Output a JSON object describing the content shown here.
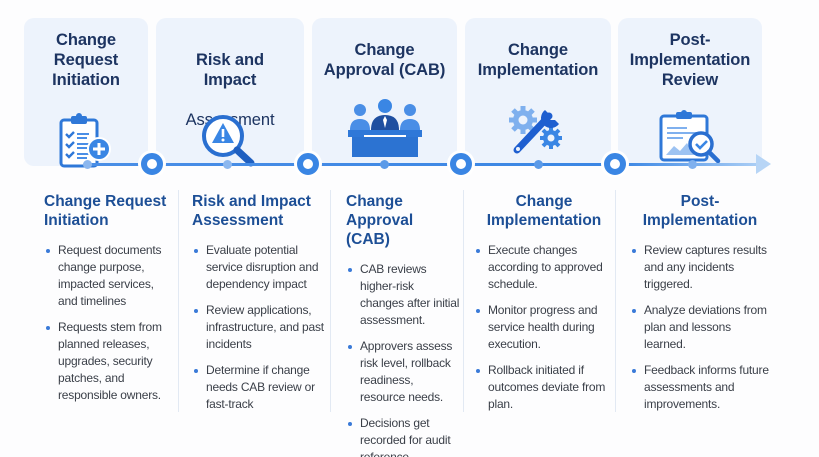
{
  "diagram": {
    "type": "process-timeline",
    "accent_color": "#3a86e4",
    "card_bg_color": "#edf3fc",
    "heading_color": "#1d4f96",
    "stages": [
      {
        "card_title": "Change\nRequest\nInitiation",
        "icon": "clipboard-checklist-plus-icon",
        "col_title": "Change Request\nInitiation",
        "bullets": [
          "Request documents change purpose, impacted services, and timelines",
          "Requests stem from planned releases, upgrades, security patches, and responsible owners."
        ]
      },
      {
        "card_title": "Risk and\nImpact",
        "card_title_light": "Assessment",
        "icon": "magnifier-warning-icon",
        "col_title": "Risk and Impact\nAssessment",
        "bullets": [
          "Evaluate potential service disruption and dependency impact",
          "Review applications, infrastructure, and past incidents",
          "Determine if change needs CAB review or fast-track"
        ]
      },
      {
        "card_title": "Change\nApproval (CAB)",
        "icon": "board-meeting-icon",
        "col_title": "Change\nApproval (CAB)",
        "bullets": [
          "CAB reviews higher-risk changes after initial assessment.",
          "Approvers assess risk level, rollback readiness, resource needs.",
          "Decisions get recorded for audit reference."
        ]
      },
      {
        "card_title": "Change\nImplementation",
        "icon": "wrench-gears-icon",
        "col_title": "Change\nImplementation",
        "bullets": [
          "Execute changes according to approved schedule.",
          "Monitor progress and service health during execution.",
          "Rollback initiated if outcomes deviate from plan."
        ]
      },
      {
        "card_title": "Post-\nImplementation\nReview",
        "icon": "report-review-magnifier-icon",
        "col_title": "Post-\nImplementation",
        "bullets": [
          "Review captures results and any incidents triggered.",
          "Analyze deviations from plan and lessons learned.",
          "Feedback informs future assessments and improvements."
        ]
      }
    ]
  }
}
